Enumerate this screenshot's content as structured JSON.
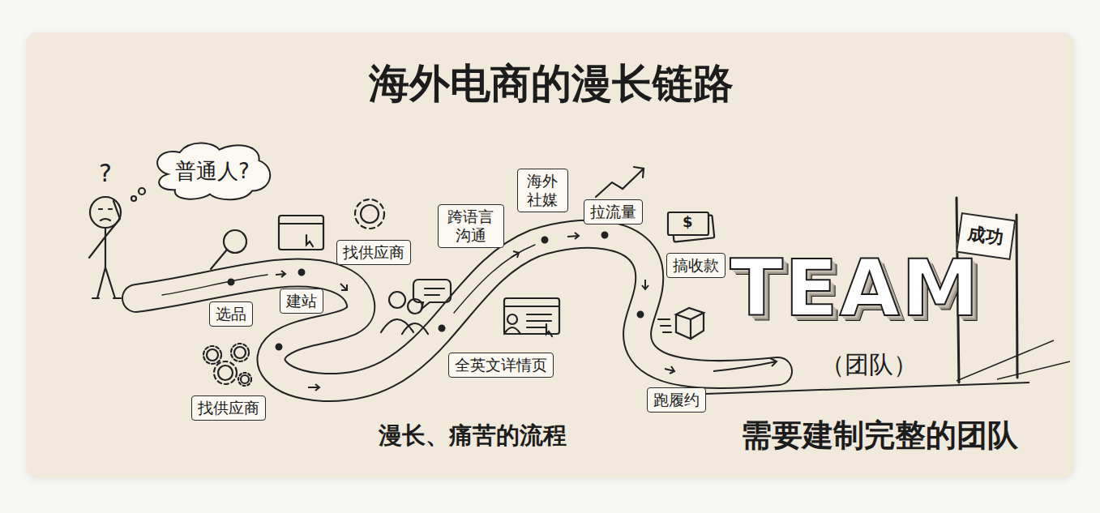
{
  "diagram": {
    "title": "海外电商的漫长链路",
    "nodes": [
      {
        "text": [
          "普通人?"
        ]
      },
      {
        "text": [
          "选品"
        ]
      },
      {
        "text": [
          "建站"
        ]
      },
      {
        "text": [
          "找供应商"
        ]
      },
      {
        "text": [
          "找供应商"
        ]
      },
      {
        "text": [
          "跨语言 沟通"
        ]
      },
      {
        "text": [
          "全英文详情页"
        ]
      },
      {
        "text": [
          "海外 社媒"
        ]
      },
      {
        "text": [
          "拉流量"
        ]
      },
      {
        "text": [
          "搞收款"
        ]
      },
      {
        "text": [
          "跑履约"
        ]
      },
      {
        "text": [
          "成功"
        ]
      }
    ],
    "labels": [
      "?",
      "$",
      "TEAM",
      "（团队）",
      "漫长、痛苦的流程",
      "需要建制完整的团队"
    ]
  }
}
